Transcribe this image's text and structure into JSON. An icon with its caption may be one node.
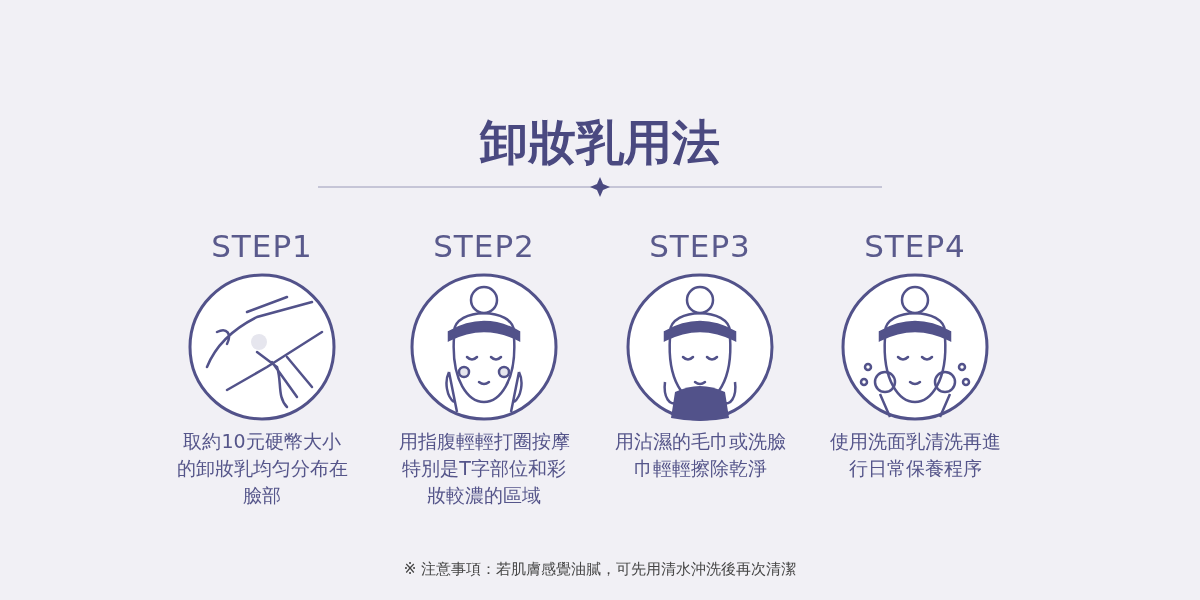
{
  "diagram": {
    "title": "卸妝乳用法",
    "nodes": [
      {
        "text": [
          "STEP1",
          "取約10元硬幣大小的卸妝乳均匀分布在臉部"
        ]
      },
      {
        "text": [
          "STEP2",
          "用指腹輕輕打圈按摩特別是T字部位和彩妝較濃的區域"
        ]
      },
      {
        "text": [
          "STEP3",
          "用沾濕的毛巾或洗臉巾輕輕擦除乾淨"
        ]
      },
      {
        "text": [
          "STEP4",
          "使用洗面乳清洗再進行日常保養程序"
        ]
      }
    ],
    "labels": [
      "※ 注意事項：若肌膚感覺油膩，可先用清水沖洗後再次清潔"
    ]
  }
}
